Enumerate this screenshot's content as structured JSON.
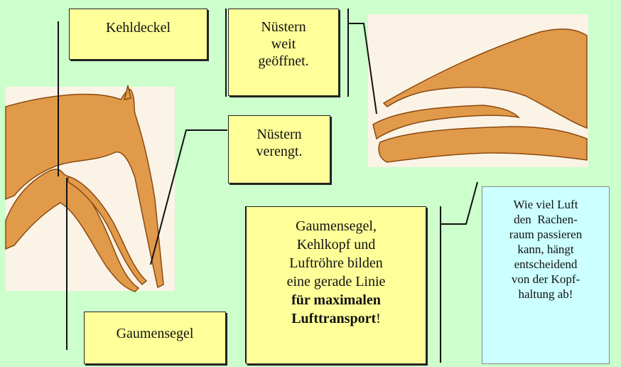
{
  "labels": {
    "kehldeckel": "Kehldeckel",
    "nuestern_weit": [
      "Nüstern",
      "weit",
      "geöffnet."
    ],
    "nuestern_verengt": [
      "Nüstern",
      "verengt."
    ],
    "gaumensegel": "Gaumensegel",
    "main_text": {
      "line1": "Gaumensegel,",
      "line2": "Kehlkopf und",
      "line3": "Luftröhre bilden",
      "line4": "eine gerade Linie",
      "bold1": "für maximalen",
      "bold2": "Lufttransport",
      "end": "!"
    },
    "info_lines": [
      "Wie viel Luft",
      "den  Rachen-",
      "raum passieren",
      "kann, hängt",
      "entscheidend",
      "von der Kopf-",
      "haltung ab!"
    ]
  },
  "colors": {
    "background": "#ccffcc",
    "label_box": "#ffff99",
    "info_box": "#ccffff",
    "drawing_fill": "#e19a4a",
    "drawing_stroke": "#8a4a10"
  }
}
